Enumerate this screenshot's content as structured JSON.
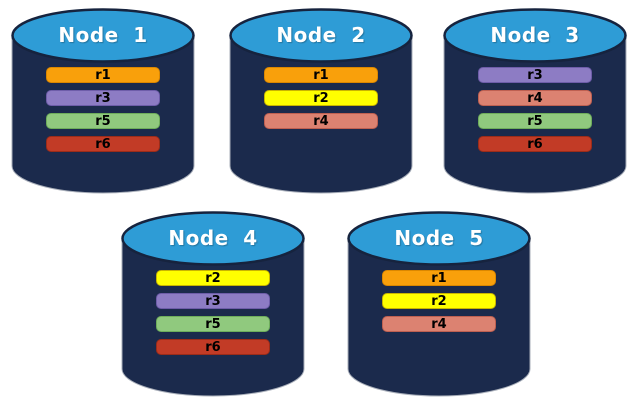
{
  "colors": {
    "canvas_bg": "#FFFFFF",
    "cylinder_body": "#1B2A4C",
    "cylinder_top": "#2E9CD6",
    "cylinder_top_border": "#16233E",
    "cylinder_outline": "#A9AFBA",
    "title_text": "#FFFFFF",
    "bar_text": "#000000"
  },
  "partition_colors": {
    "r1": {
      "fill": "#F9A00B",
      "border": "#DB8700"
    },
    "r2": {
      "fill": "#FFFF00",
      "border": "#C9B500"
    },
    "r3": {
      "fill": "#8D7CC4",
      "border": "#6E5DA9"
    },
    "r4": {
      "fill": "#DC8271",
      "border": "#BE6051"
    },
    "r5": {
      "fill": "#90C97E",
      "border": "#6EAD5B"
    },
    "r6": {
      "fill": "#C23B26",
      "border": "#9C2C19"
    }
  },
  "nodes": [
    {
      "label": "Node 1",
      "partitions": [
        "r1",
        "r3",
        "r5",
        "r6"
      ]
    },
    {
      "label": "Node 2",
      "partitions": [
        "r1",
        "r2",
        "r4"
      ]
    },
    {
      "label": "Node 3",
      "partitions": [
        "r3",
        "r4",
        "r5",
        "r6"
      ]
    },
    {
      "label": "Node 4",
      "partitions": [
        "r2",
        "r3",
        "r5",
        "r6"
      ]
    },
    {
      "label": "Node 5",
      "partitions": [
        "r1",
        "r2",
        "r4"
      ]
    }
  ]
}
